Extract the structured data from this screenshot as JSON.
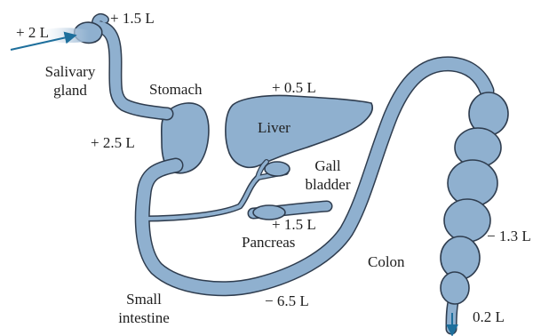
{
  "labels": {
    "saliva_in": "+ 2 L",
    "saliva_secretion": "+ 1.5 L",
    "salivary_gland_line1": "Salivary",
    "salivary_gland_line2": "gland",
    "stomach": "Stomach",
    "stomach_secretion": "+ 2.5 L",
    "liver_secretion": "+ 0.5 L",
    "liver": "Liver",
    "gall_bladder_line1": "Gall",
    "gall_bladder_line2": "bladder",
    "pancreas_secretion": "+ 1.5 L",
    "pancreas": "Pancreas",
    "small_intestine_line1": "Small",
    "small_intestine_line2": "intestine",
    "small_intestine_absorption": "− 6.5 L",
    "colon": "Colon",
    "colon_absorption": "− 1.3 L",
    "excreted": "0.2 L"
  },
  "colors": {
    "organ_fill": "#8fb0cf",
    "outline": "#2f3d4f",
    "arrow": "#1e6f9c"
  }
}
